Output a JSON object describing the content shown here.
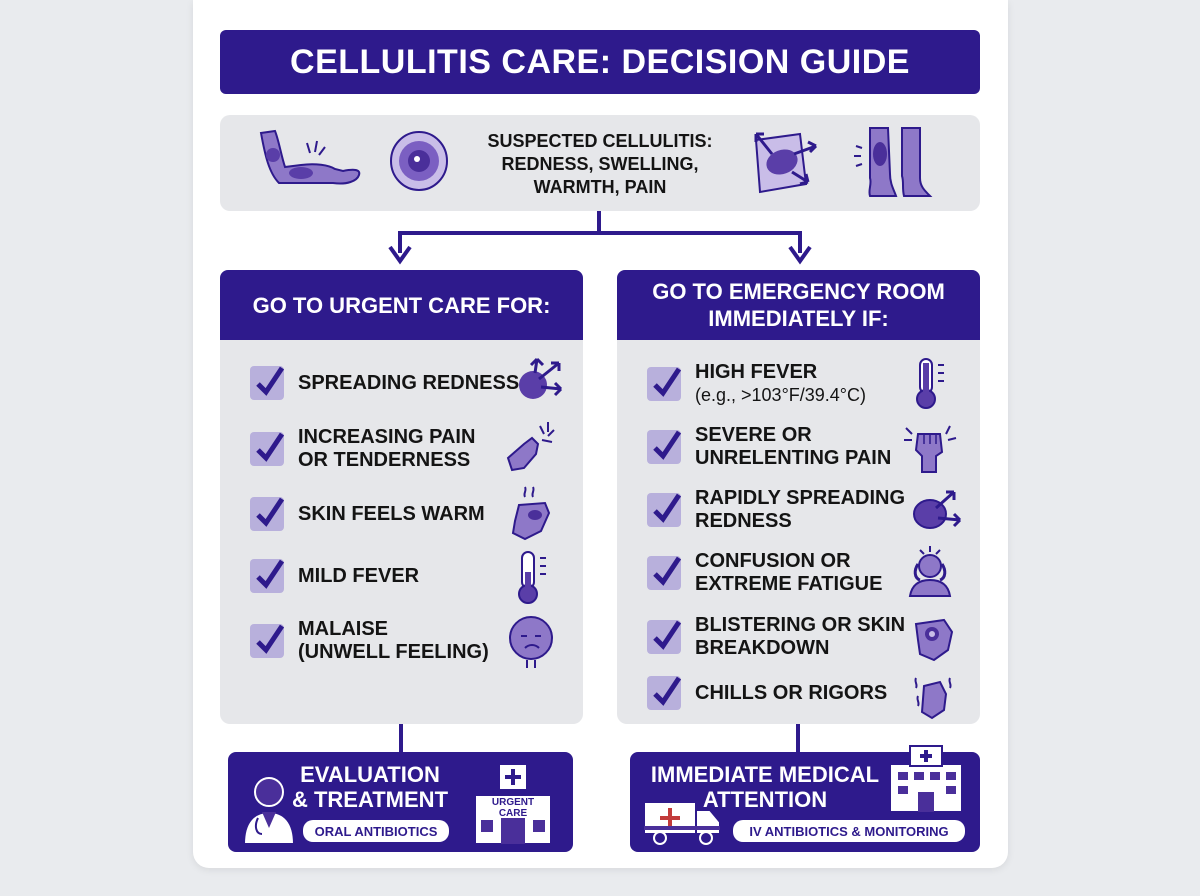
{
  "title": "CELLULITIS CARE: DECISION GUIDE",
  "symptoms": {
    "lines": [
      "SUSPECTED CELLULITIS:",
      "REDNESS, SWELLING,",
      "WARMTH, PAIN"
    ],
    "icons": [
      "arm-rash-icon",
      "skin-lesion-icon",
      "spreading-skin-icon",
      "swollen-leg-icon"
    ]
  },
  "urgent": {
    "header": "GO TO URGENT CARE FOR:",
    "items": [
      {
        "line1": "SPREADING REDNESS",
        "line2": "",
        "icon": "spreading-redness-icon"
      },
      {
        "line1": "INCREASING PAIN",
        "line2": "OR TENDERNESS",
        "icon": "painful-hand-icon"
      },
      {
        "line1": "SKIN FEELS WARM",
        "line2": "",
        "icon": "warm-hand-icon"
      },
      {
        "line1": "MILD FEVER",
        "line2": "",
        "icon": "thermometer-low-icon"
      },
      {
        "line1": "MALAISE",
        "line2": "(UNWELL FEELING)",
        "icon": "unwell-face-icon"
      }
    ],
    "outcome": {
      "line1": "EVALUATION",
      "line2": "& TREATMENT",
      "sign": "URGENT CARE",
      "pill": "ORAL ANTIBIOTICS",
      "icons": [
        "doctor-icon",
        "urgent-care-building-icon"
      ]
    }
  },
  "emergency": {
    "header_line1": "GO TO EMERGENCY ROOM",
    "header_line2": "IMMEDIATELY IF:",
    "items": [
      {
        "line1": "HIGH FEVER",
        "line2": "(e.g., >103°F/39.4°C)",
        "icon": "thermometer-high-icon"
      },
      {
        "line1": "SEVERE OR",
        "line2": "UNRELENTING PAIN",
        "icon": "clenched-fist-icon"
      },
      {
        "line1": "RAPIDLY SPREADING",
        "line2": "REDNESS",
        "icon": "rapid-spread-icon"
      },
      {
        "line1": "CONFUSION OR",
        "line2": "EXTREME FATIGUE",
        "icon": "confused-person-icon"
      },
      {
        "line1": "BLISTERING OR SKIN",
        "line2": "BREAKDOWN",
        "icon": "blister-hand-icon"
      },
      {
        "line1": "CHILLS OR RIGORS",
        "line2": "",
        "icon": "shivering-hand-icon"
      }
    ],
    "outcome": {
      "line1": "IMMEDIATE MEDICAL",
      "line2": "ATTENTION",
      "pill": "IV ANTIBIOTICS & MONITORING",
      "icons": [
        "ambulance-icon",
        "hospital-icon"
      ]
    }
  },
  "colors": {
    "primary": "#2e1a8c",
    "panel": "#e6e7ea",
    "accent": "#6a4fb3",
    "check_bg": "#b8b0dc"
  }
}
